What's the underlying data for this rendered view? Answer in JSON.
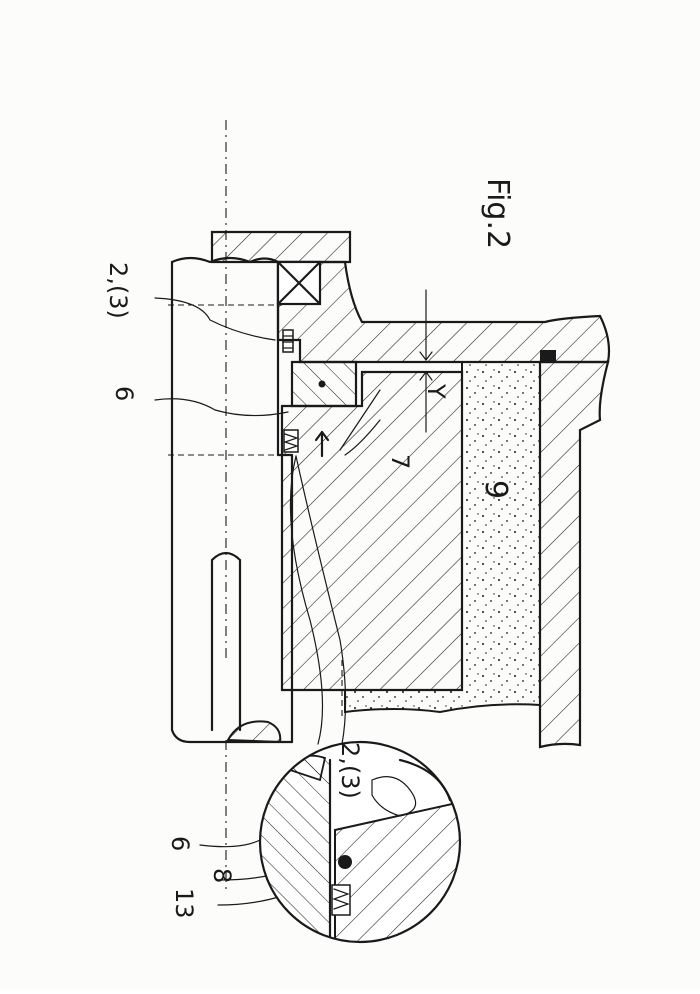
{
  "figure": {
    "title": "Fig.2",
    "labels": {
      "shaft_ring": "2,(3)",
      "seal_ring": "6",
      "chamber": "7",
      "sealant": "9",
      "gap": "Y",
      "detail_shaft_ring": "2,(3)",
      "detail_seal_ring": "6",
      "detail_oring": "8",
      "detail_spring": "13"
    }
  }
}
